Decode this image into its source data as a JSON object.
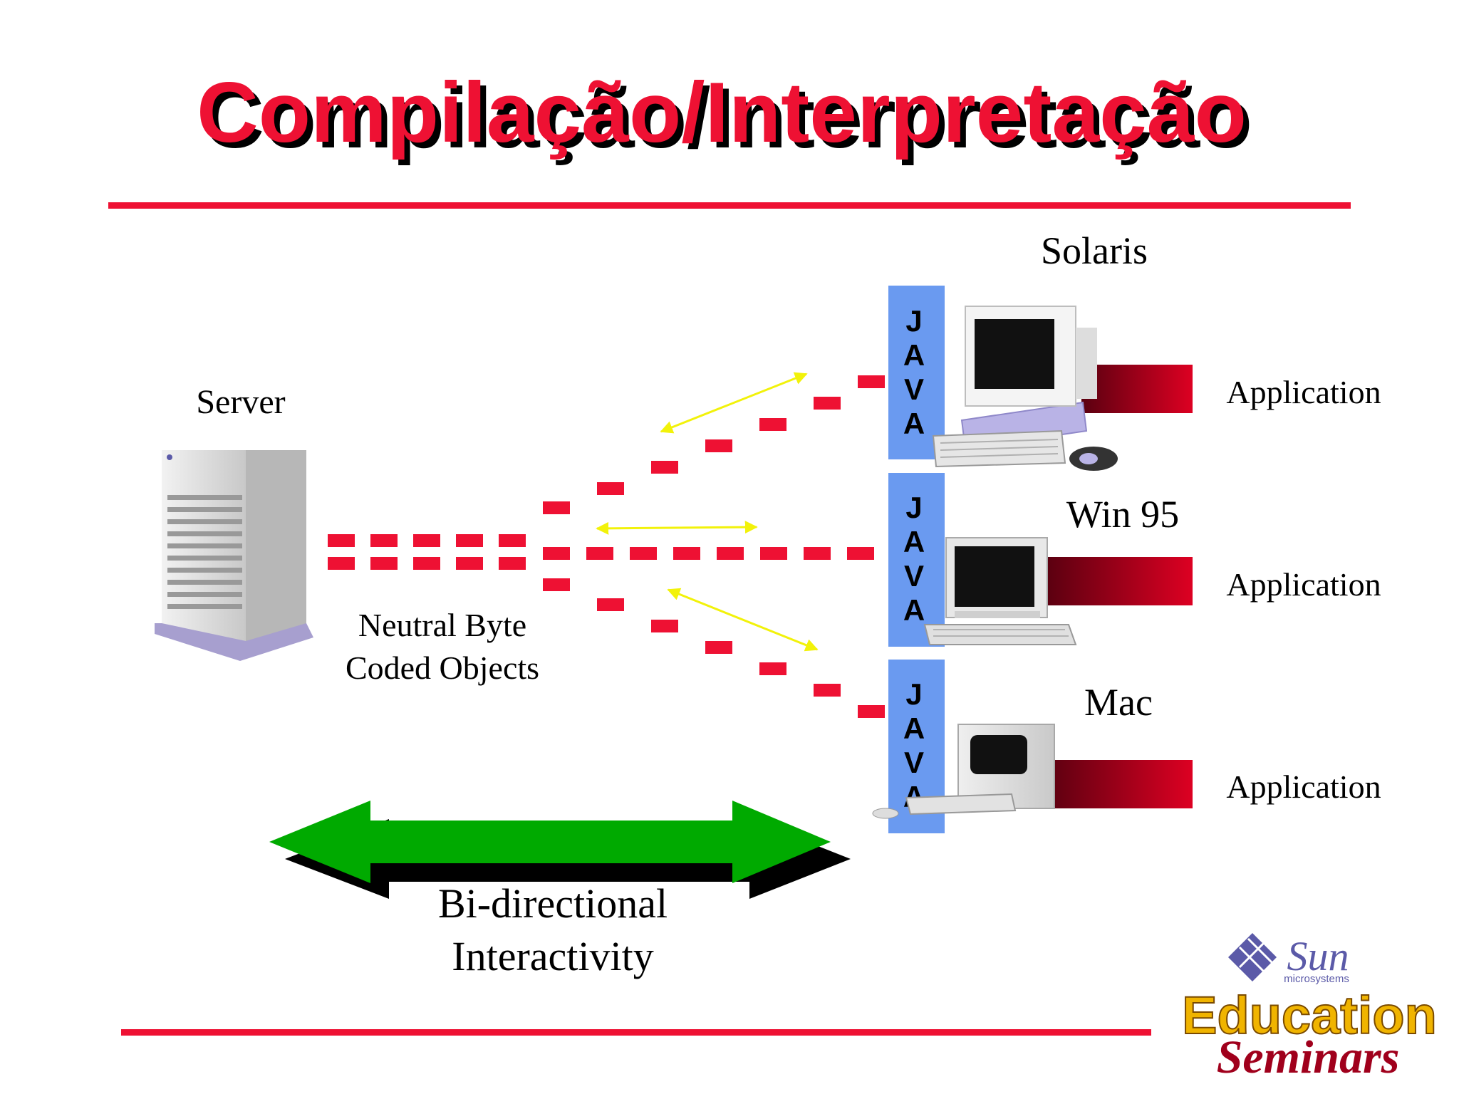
{
  "title": "Compilação/Interpretação",
  "server": {
    "label": "Server"
  },
  "bytecode": {
    "line1": "Neutral Byte",
    "line2": "Coded Objects"
  },
  "platforms": [
    {
      "name": "Solaris",
      "app_label": "Application",
      "runtime_letters": [
        "J",
        "A",
        "V",
        "A"
      ]
    },
    {
      "name": "Win 95",
      "app_label": "Application",
      "runtime_letters": [
        "J",
        "A",
        "V",
        "A"
      ]
    },
    {
      "name": "Mac",
      "app_label": "Application",
      "runtime_letters": [
        "J",
        "A",
        "V",
        "A"
      ]
    }
  ],
  "interactivity": {
    "line1": "Bi-directional",
    "line2": "Interactivity"
  },
  "branding": {
    "company": "Sun",
    "sub": "microsystems",
    "line1": "Education",
    "line2": "Seminars"
  },
  "colors": {
    "title_red": "#ee1133",
    "rule_red": "#ee1133",
    "dash_red": "#ee1133",
    "java_blue": "#6a9af0",
    "arrow_green": "#00aa00",
    "arrow_yellow": "#f2f20a",
    "app_dark": "#5a0010",
    "app_red": "#dd0022",
    "edu_gold": "#f0b400",
    "seminars_red": "#a0001c",
    "sun_purple": "#5b5aa8"
  }
}
